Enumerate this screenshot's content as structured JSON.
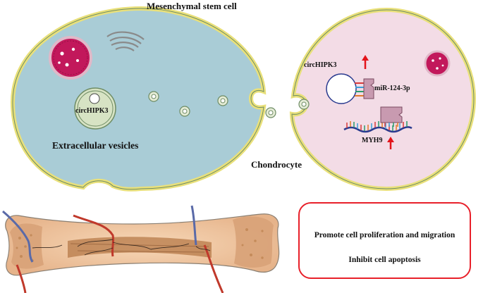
{
  "title": "Mesenchymal stem cell",
  "labels": {
    "extracellular_vesicles": "Extracellular vesicles",
    "chondrocyte": "Chondrocyte",
    "circ_in_msc": "circHIPK3",
    "circ_in_chondrocyte": "circHIPK3",
    "mirna": "miR-124-3p",
    "gene": "MYH9"
  },
  "outcomes": {
    "line1": "Promote cell proliferation and migration",
    "line2": "Inhibit cell apoptosis"
  },
  "icons": [
    "nucleus-icon",
    "golgi-icon",
    "vesicle-icon",
    "up-arrow-icon",
    "mrna-icon",
    "bone-icon"
  ],
  "colors": {
    "msc_cytoplasm": "#a9ccd6",
    "chondrocyte_cytoplasm": "#f3dce6",
    "membrane": "#e9e07a",
    "nucleus": "#c2185b",
    "up_arrow": "#e3141b",
    "outcome_border": "#e8202a"
  }
}
